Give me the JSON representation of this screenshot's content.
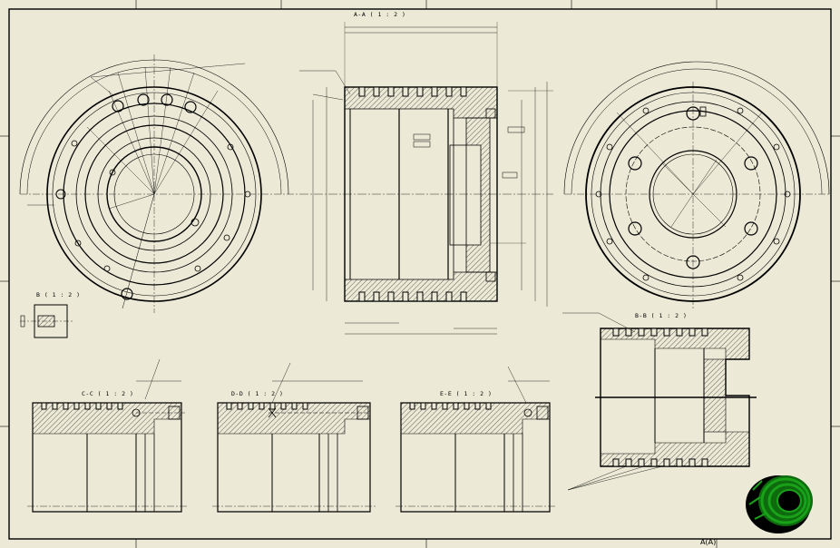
{
  "sheet": {
    "background": "#ecead6",
    "line_color": "#000000",
    "iso_color": "#1aa11a"
  },
  "section_titles": {
    "aa": "A-A ( 1 : 2 )",
    "bb": "B-B ( 1 : 2 )",
    "bb_detail": "B ( 1 : 2 )",
    "cc": "C-C ( 1 : 2 )",
    "dd": "D-D ( 1 : 2 )",
    "ee": "E-E ( 1 : 2 )"
  },
  "iso_label": "A(A)"
}
